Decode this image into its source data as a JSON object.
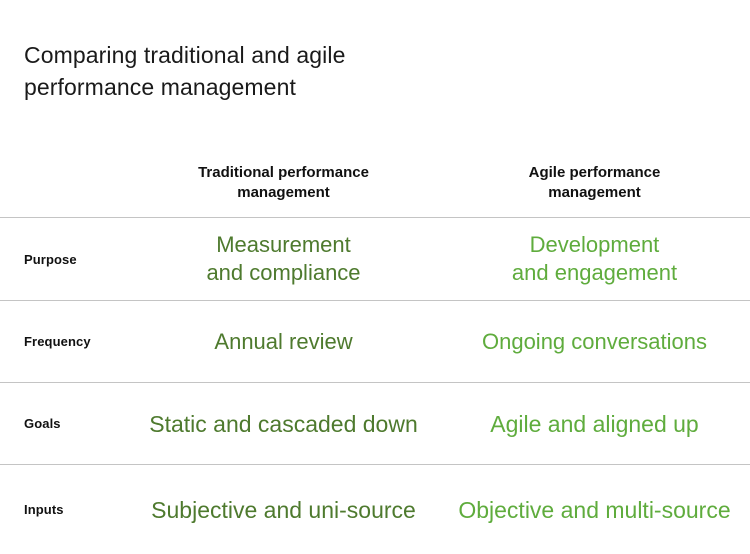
{
  "title": "Comparing traditional and agile\nperformance management",
  "colors": {
    "title_text": "#1a1a1a",
    "header_text": "#111111",
    "row_label_text": "#111111",
    "traditional_green": "#4e7a2e",
    "agile_green": "#5fac3d",
    "divider": "#c4c4c4",
    "background": "#ffffff"
  },
  "table": {
    "columns": [
      {
        "key": "label",
        "header": ""
      },
      {
        "key": "traditional",
        "header": "Traditional performance\nmanagement"
      },
      {
        "key": "agile",
        "header": "Agile performance\nmanagement"
      }
    ],
    "rows": [
      {
        "label": "Purpose",
        "traditional": "Measurement\nand compliance",
        "agile": "Development\nand engagement"
      },
      {
        "label": "Frequency",
        "traditional": "Annual review",
        "agile": "Ongoing conversations"
      },
      {
        "label": "Goals",
        "traditional": "Static and cascaded down",
        "agile": "Agile and aligned up"
      },
      {
        "label": "Inputs",
        "traditional": "Subjective and uni-source",
        "agile": "Objective and multi-source"
      }
    ]
  }
}
